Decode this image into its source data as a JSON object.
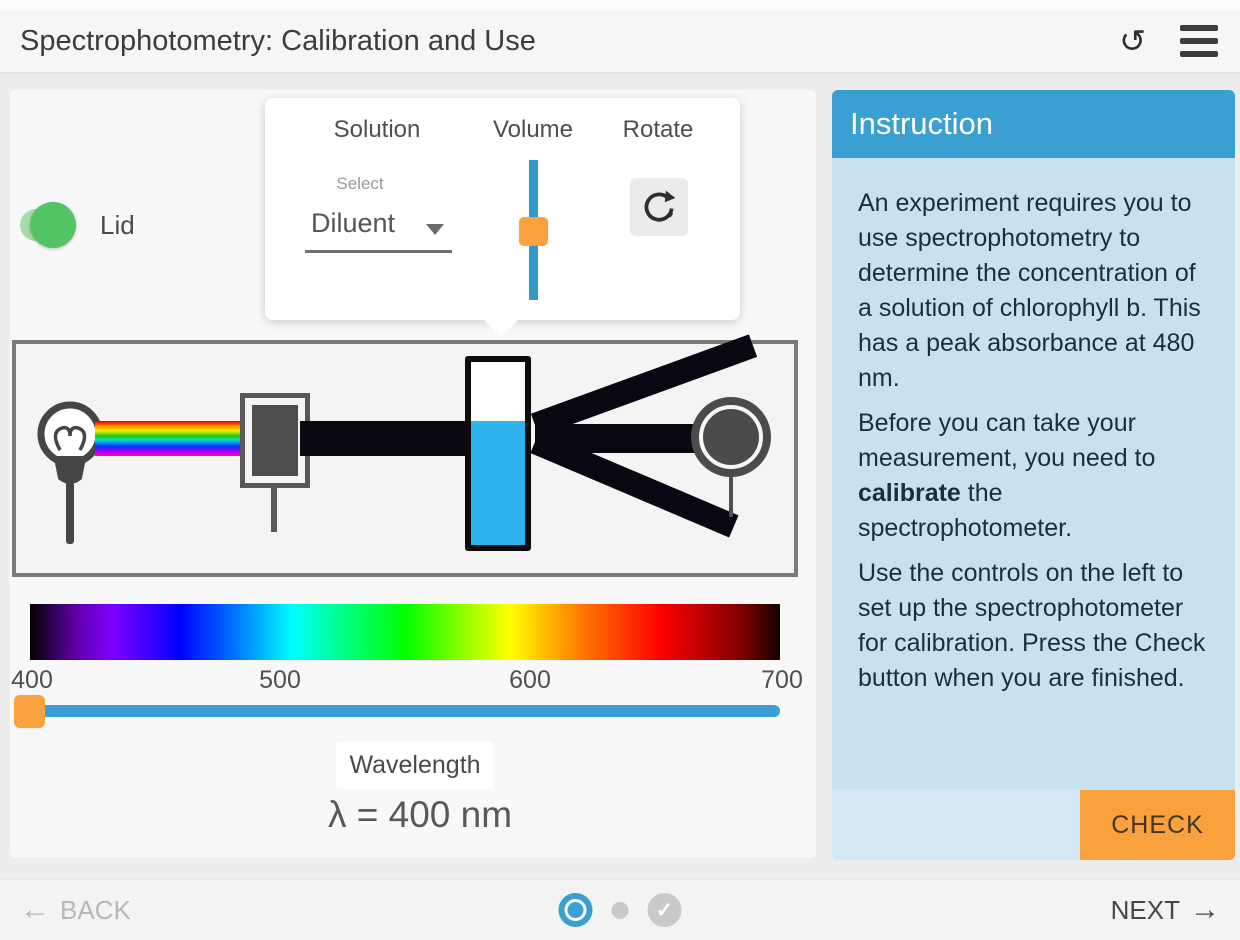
{
  "header": {
    "title": "Spectrophotometry: Calibration and Use"
  },
  "controls": {
    "lid_label": "Lid",
    "solution_header": "Solution",
    "select_label": "Select",
    "solution_value": "Diluent",
    "volume_header": "Volume",
    "rotate_header": "Rotate"
  },
  "spectrum": {
    "ticks": [
      "400",
      "500",
      "600",
      "700"
    ]
  },
  "wavelength": {
    "label": "Wavelength",
    "readout": "λ = 400 nm",
    "value": 400,
    "min": 400,
    "max": 700
  },
  "instruction": {
    "title": "Instruction",
    "p1": "An experiment requires you to use spectrophotometry to determine the concentration of a solution of chlorophyll b. This has a peak absorbance at 480 nm.",
    "p2_before": "Before you can take your measurement, you need to ",
    "p2_bold": "calibrate",
    "p2_after": " the spectrophotometer.",
    "p3": "Use the controls on the left to set up the spectrophotometer for calibration. Press the Check button when you are finished.",
    "check_label": "CHECK"
  },
  "footer": {
    "back_label": "BACK",
    "next_label": "NEXT",
    "check_mark": "✓"
  },
  "colors": {
    "accent_blue": "#3a9fd1",
    "accent_orange": "#f9a23d",
    "toggle_green": "#52c463",
    "instruction_body_bg": "#c8e1f0",
    "liquid_blue": "#2fb3ee"
  }
}
